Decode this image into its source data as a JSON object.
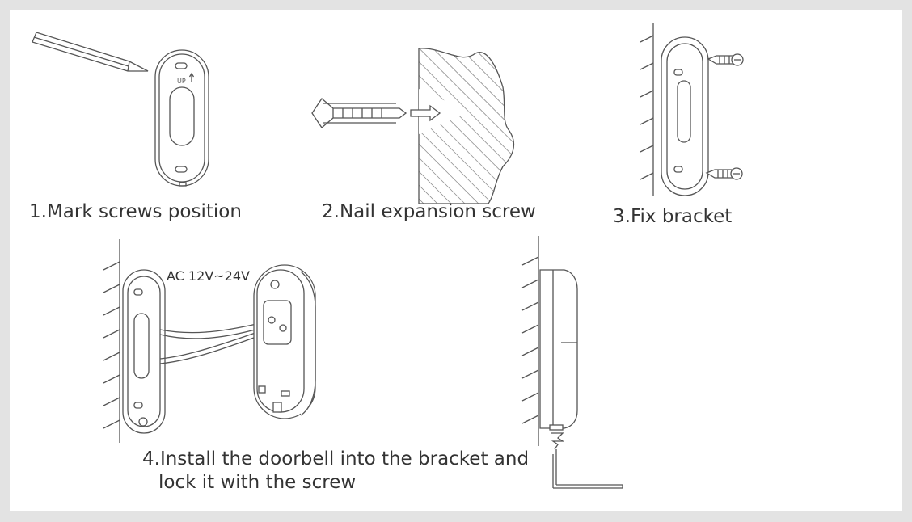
{
  "steps": [
    {
      "caption": "1.Mark screws position"
    },
    {
      "caption": "2.Nail expansion screw"
    },
    {
      "caption": "3.Fix bracket"
    },
    {
      "caption_line1": "4.Install the doorbell into the bracket and",
      "caption_line2": "lock it with the screw"
    }
  ],
  "labels": {
    "voltage": "AC 12V~24V",
    "up_marking": "UP"
  }
}
